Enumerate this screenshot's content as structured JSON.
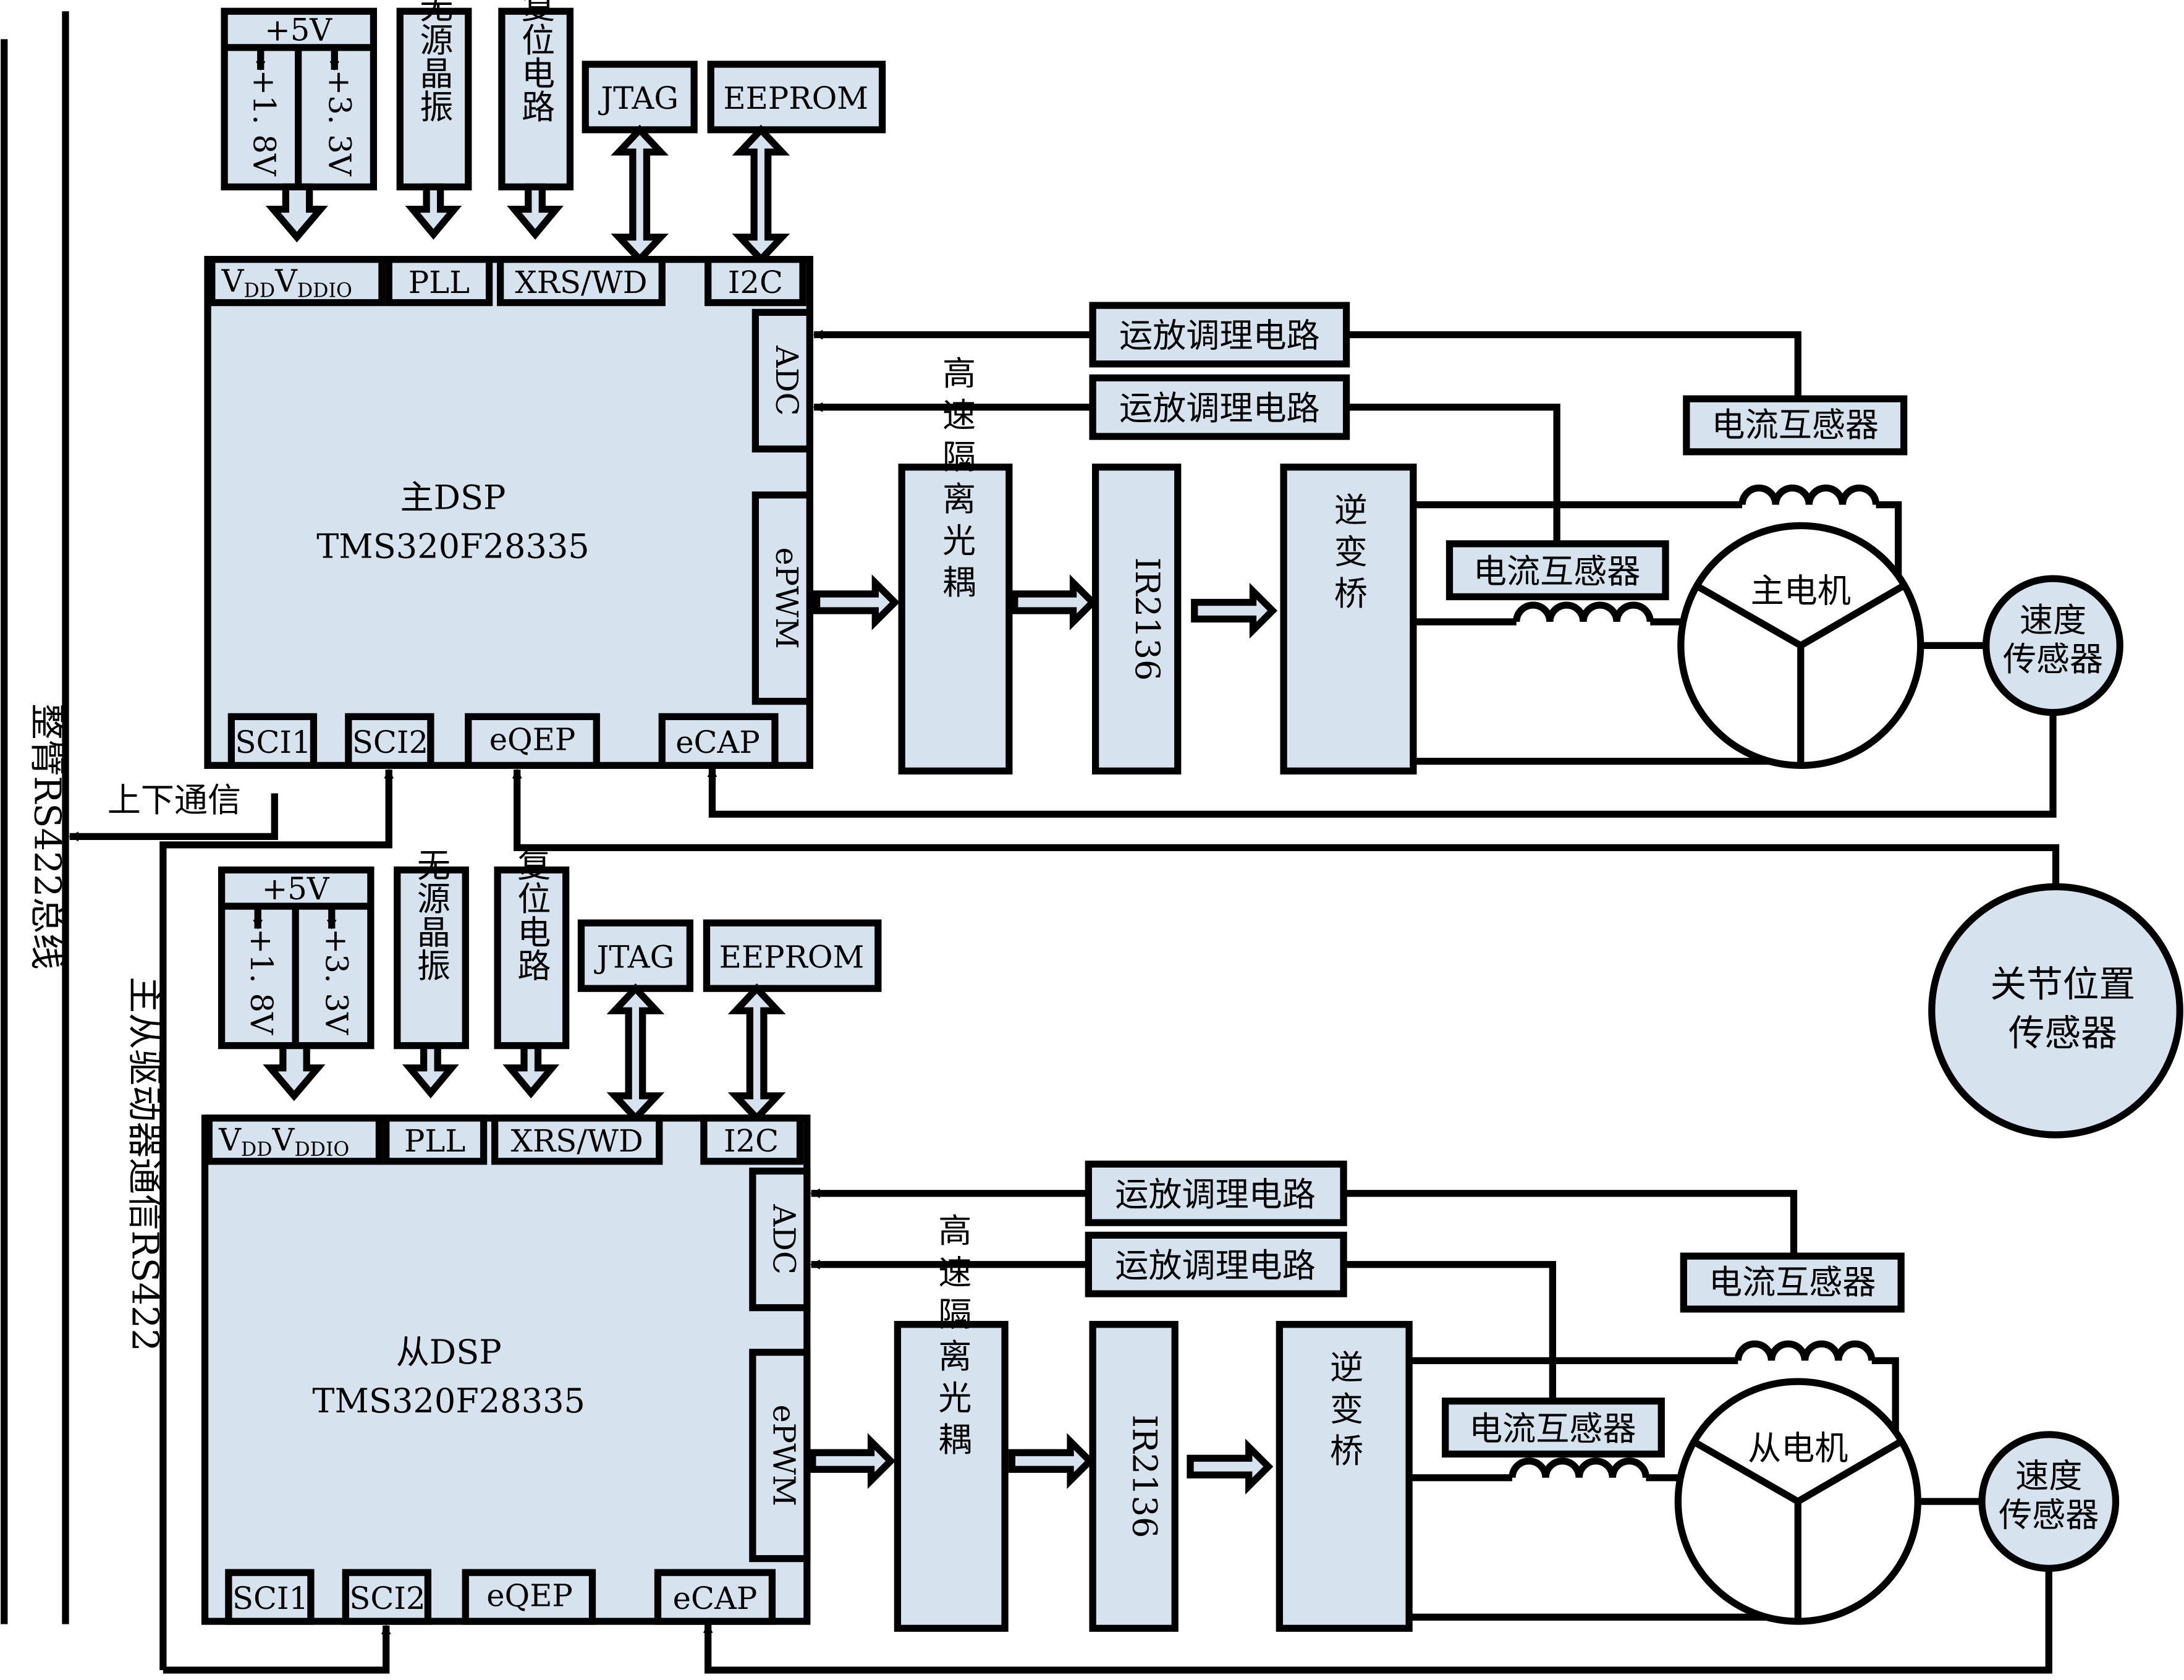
{
  "bus": {
    "left_label": "整臂RS422总线",
    "comm_label": "主从驱动器通信RS422",
    "updown_label": "上下通信"
  },
  "units": {
    "master": {
      "dsp_name": "主DSP",
      "dsp_model": "TMS320F28335",
      "motor": "主电机"
    },
    "slave": {
      "dsp_name": "从DSP",
      "dsp_model": "TMS320F28335",
      "motor": "从电机"
    }
  },
  "common": {
    "power_in": "+5V",
    "v18": "+1. 8V",
    "v33": "+3. 3V",
    "crystal": "无源晶振",
    "reset": "复位电路",
    "jtag": "JTAG",
    "eeprom": "EEPROM",
    "vdd_main": "V",
    "vdd_sub": "DD",
    "vddio_main": "V",
    "vddio_sub": "DDIO",
    "pll": "PLL",
    "xrs": "XRS/WD",
    "i2c": "I2C",
    "adc": "ADC",
    "epwm": "ePWM",
    "sci1": "SCI1",
    "sci2": "SCI2",
    "eqep": "eQEP",
    "ecap": "eCAP",
    "opamp": "运放调理电路",
    "current_sensor": "电流互感器",
    "optocoupler": "高速隔离光耦",
    "driver": "IR2136",
    "inverter": "逆变桥",
    "speed_sensor": "速度传感器"
  },
  "joint_sensor": "关节位置传感器",
  "colors": {
    "fill": "#d6e3ee",
    "stroke": "#000000"
  }
}
